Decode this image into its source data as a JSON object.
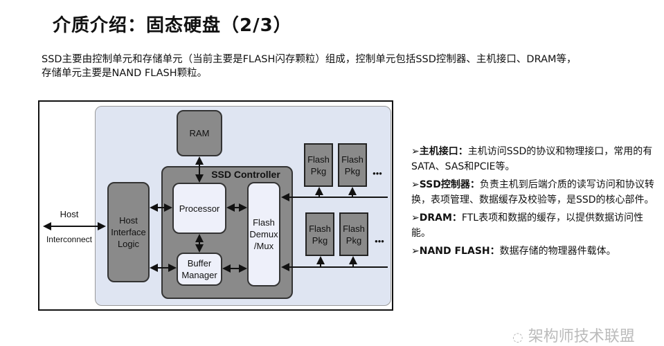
{
  "title": "介质介绍：固态硬盘（2/3）",
  "intro": [
    "SSD主要由控制单元和存储单元（当前主要是FLASH闪存颗粒）组成，控制单元包括SSD控制器、主机接口、DRAM等，",
    "存储单元主要是NAND FLASH颗粒。"
  ],
  "diagram": {
    "host_label": "Host",
    "interconnect_label": "Interconnect",
    "host_interface": "Host Interface Logic",
    "ram": "RAM",
    "controller": "SSD Controller",
    "processor": "Processor",
    "buffer": "Buffer Manager",
    "demux": "Flash Demux /Mux",
    "flash_pkg": "Flash Pkg",
    "ellipsis": "•••"
  },
  "bullets": [
    {
      "term": "➢主机接口：",
      "text": "主机访问SSD的协议和物理接口，常用的有SATA、SAS和PCIE等。"
    },
    {
      "term": "➢SSD控制器：",
      "text": "负责主机到后端介质的读写访问和协议转换，表项管理、数据缓存及校验等，是SSD的核心部件。"
    },
    {
      "term": "➢DRAM：",
      "text": "FTL表项和数据的缓存，以提供数据访问性能。"
    },
    {
      "term": "➢NAND FLASH：",
      "text": "数据存储的物理器件载体。"
    }
  ],
  "watermark": "架构师技术联盟"
}
